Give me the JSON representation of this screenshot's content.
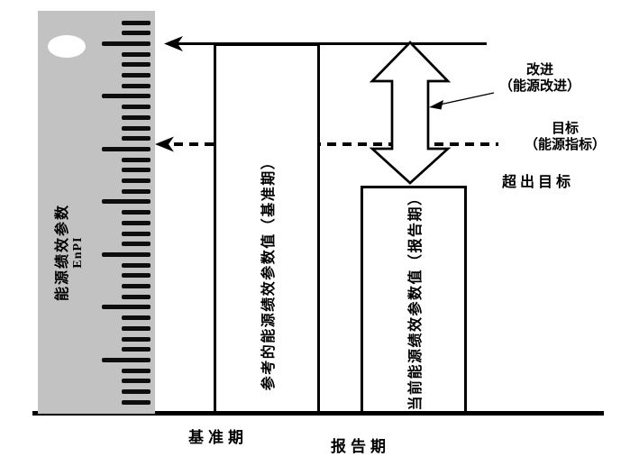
{
  "ruler": {
    "label": "能源绩效参数",
    "sublabel": "EnPI"
  },
  "bars": {
    "baseline": {
      "label": "参考的能源绩效参数值（基准期）"
    },
    "reporting": {
      "label": "当前能源绩效参数值（报告期）"
    }
  },
  "annotations": {
    "improvement_line1": "改进",
    "improvement_line2": "（能源改进）",
    "target_line1": "目标",
    "target_line2": "（能源指标）",
    "exceed_target": "超出目标"
  },
  "axis": {
    "baseline_period": "基准期",
    "reporting_period": "报告期"
  },
  "icons": {
    "ruler_hole": "ruler-hole",
    "reference_arrow": "left-arrowhead-icon",
    "target_arrow": "left-arrowhead-icon",
    "improvement_arrow": "double-headed-vertical-arrow-icon"
  },
  "colors": {
    "ink": "#000000",
    "ruler_gray": "#c2c2c2",
    "bar_fill": "#ffffff"
  }
}
